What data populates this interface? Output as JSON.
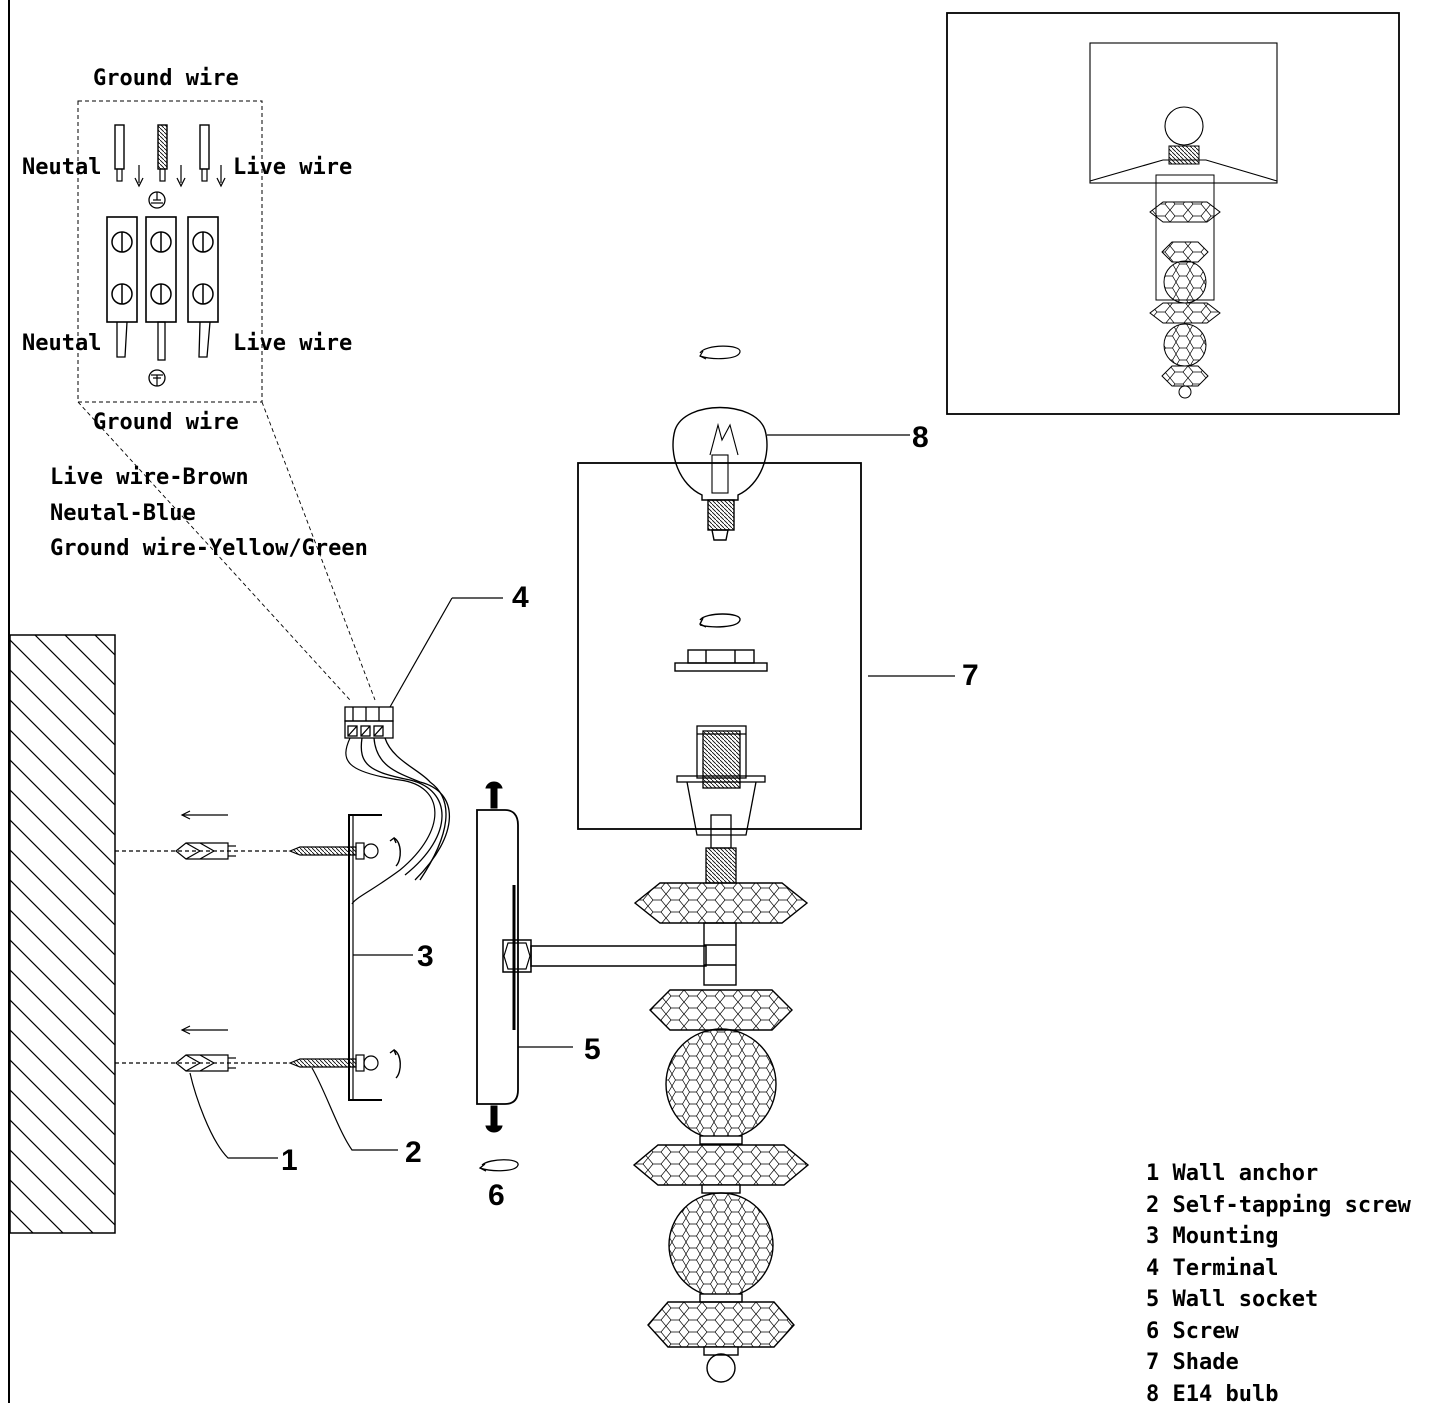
{
  "wiring": {
    "ground_top": "Ground wire",
    "neutral_top": "Neutal",
    "live_top": "Live wire",
    "neutral_bottom": "Neutal",
    "live_bottom": "Live wire",
    "ground_bottom": "Ground wire"
  },
  "colour_code": {
    "live": "Live wire-Brown",
    "neutral": "Neutal-Blue",
    "ground": "Ground wire-Yellow/Green"
  },
  "callouts": {
    "c1": "1",
    "c2": "2",
    "c3": "3",
    "c4": "4",
    "c5": "5",
    "c6": "6",
    "c7": "7",
    "c8": "8"
  },
  "legend": [
    "1 Wall anchor",
    "2 Self-tapping screw",
    "3 Mounting",
    "4 Terminal",
    "5 Wall socket",
    "6 Screw",
    "7 Shade",
    "8 E14 bulb"
  ],
  "colors": {
    "line": "#000000",
    "background": "#ffffff"
  }
}
